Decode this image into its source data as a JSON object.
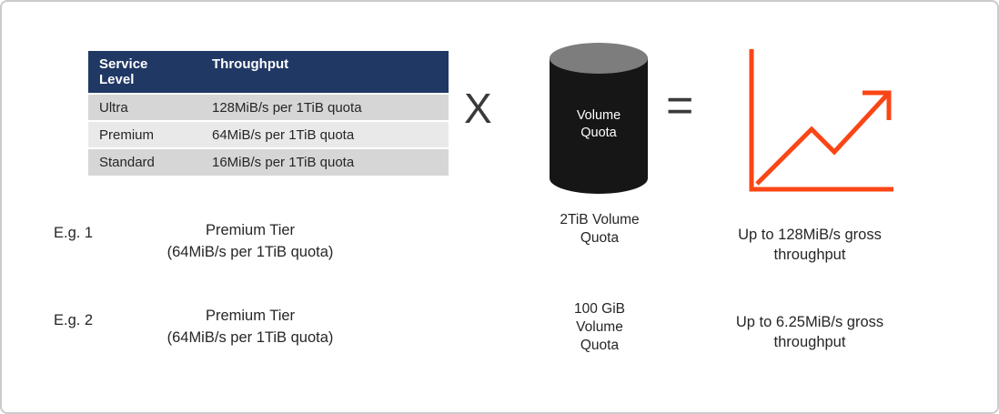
{
  "table": {
    "headers": [
      "Service Level",
      "Throughput"
    ],
    "rows": [
      {
        "service_level": "Ultra",
        "throughput": "128MiB/s per 1TiB quota"
      },
      {
        "service_level": "Premium",
        "throughput": "64MiB/s per 1TiB quota"
      },
      {
        "service_level": "Standard",
        "throughput": "16MiB/s per 1TiB quota"
      }
    ]
  },
  "operators": {
    "multiply": "X",
    "equals": "="
  },
  "cylinder": {
    "label": "Volume Quota"
  },
  "chart_icon": {
    "meaning": "throughput-trend-up-arrow"
  },
  "examples": [
    {
      "label": "E.g. 1",
      "tier": "Premium Tier",
      "tier_detail": "(64MiB/s per 1TiB quota)",
      "quota": "2TiB Volume Quota",
      "result": "Up to 128MiB/s gross throughput"
    },
    {
      "label": "E.g. 2",
      "tier": "Premium Tier",
      "tier_detail": "(64MiB/s per 1TiB quota)",
      "quota": "100 GiB Volume Quota",
      "result": "Up to 6.25MiB/s gross throughput"
    }
  ],
  "colors": {
    "table_header_bg": "#203864",
    "table_row_dark": "#d6d6d6",
    "table_row_light": "#e9e9e9",
    "accent_orange": "#fa4616",
    "cylinder_body": "#161616",
    "cylinder_top": "#7d7d7d",
    "text": "#262626"
  }
}
